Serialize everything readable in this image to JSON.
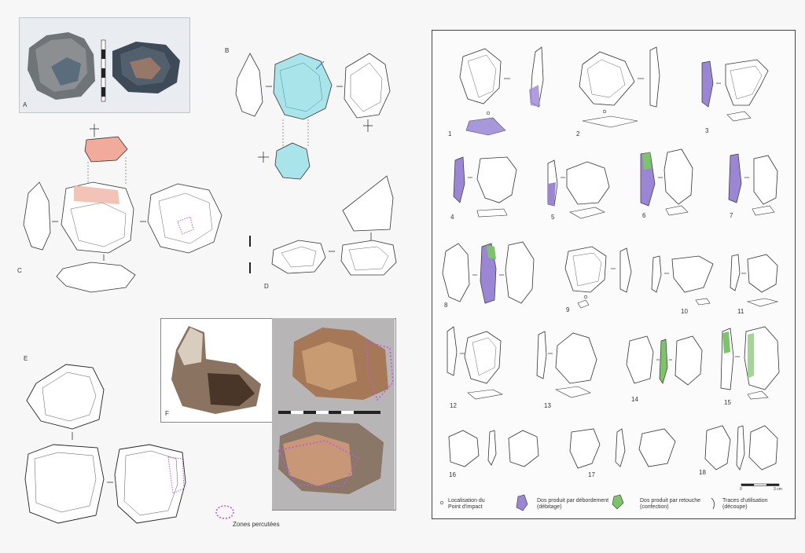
{
  "left": {
    "labels": {
      "A": "A",
      "B": "B",
      "C": "C",
      "D": "D",
      "E": "E",
      "F": "F"
    },
    "zones_label": "Zones percutées"
  },
  "right": {
    "numbers": [
      "1",
      "2",
      "3",
      "4",
      "5",
      "6",
      "7",
      "8",
      "9",
      "10",
      "11",
      "12",
      "13",
      "14",
      "15",
      "16",
      "17",
      "18"
    ],
    "legend": {
      "impact_line1": "Localisation du",
      "impact_line2": "Point d'impact",
      "debordement_line1": "Dos produit par débordement",
      "debordement_line2": "(débitage)",
      "retouche_line1": "Dos produit par retouche",
      "retouche_line2": "(confection)",
      "traces_line1": "Traces d'utilisation",
      "traces_line2": "(découpe)"
    },
    "scale_label": "3 cm",
    "scale_zero": "0"
  },
  "colors": {
    "purple": "#9b86d6",
    "green": "#7cc36a",
    "cyan": "#9fe0e6",
    "salmon": "#f1a99a",
    "dotted": "#c05ad6"
  }
}
